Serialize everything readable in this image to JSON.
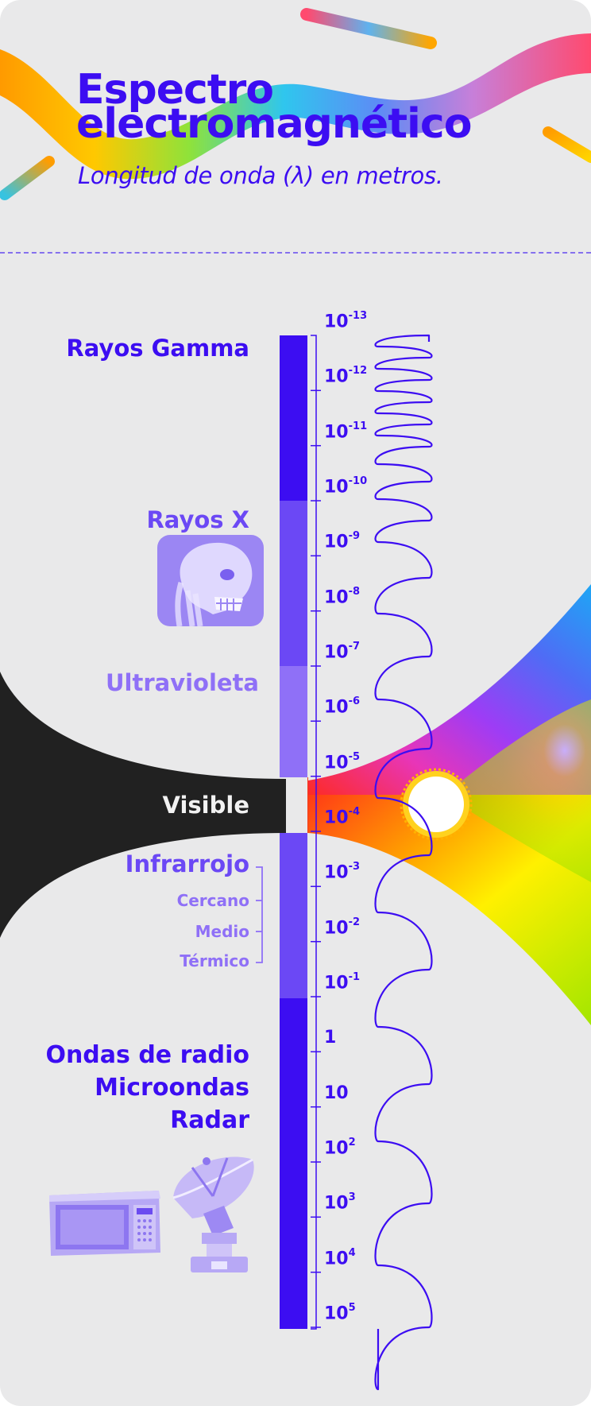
{
  "title": "Espectro electromagnético",
  "subtitle": "Longitud de onda (λ) en metros.",
  "colors": {
    "primary": "#3c0df2",
    "xray": "#6b48f5",
    "uv": "#8f70f7",
    "visible_bar": "#f03e1c",
    "visible_label": "#f2f2f2",
    "dark_band": "#212121",
    "background": "#e9e9ea"
  },
  "icons": [
    "skull-xray-icon",
    "microwave-icon",
    "satellite-dish-icon",
    "sun-icon"
  ],
  "bands": {
    "gamma": "Rayos Gamma",
    "xray": "Rayos X",
    "uv": "Ultravioleta",
    "visible": "Visible",
    "ir": "Infrarrojo",
    "ir_sub": [
      "Cercano",
      "Medio",
      "Térmico"
    ],
    "radio": [
      "Ondas de radio",
      "Microondas",
      "Radar"
    ]
  },
  "ticks": [
    {
      "base": "10",
      "exp": "-13"
    },
    {
      "base": "10",
      "exp": "-12"
    },
    {
      "base": "10",
      "exp": "-11"
    },
    {
      "base": "10",
      "exp": "-10"
    },
    {
      "base": "10",
      "exp": "-9"
    },
    {
      "base": "10",
      "exp": "-8"
    },
    {
      "base": "10",
      "exp": "-7"
    },
    {
      "base": "10",
      "exp": "-6"
    },
    {
      "base": "10",
      "exp": "-5"
    },
    {
      "base": "10",
      "exp": "-4"
    },
    {
      "base": "10",
      "exp": "-3"
    },
    {
      "base": "10",
      "exp": "-2"
    },
    {
      "base": "10",
      "exp": "-1"
    },
    {
      "base": "1",
      "exp": ""
    },
    {
      "base": "10",
      "exp": ""
    },
    {
      "base": "10",
      "exp": "2"
    },
    {
      "base": "10",
      "exp": "3"
    },
    {
      "base": "10",
      "exp": "4"
    },
    {
      "base": "10",
      "exp": "5"
    }
  ]
}
